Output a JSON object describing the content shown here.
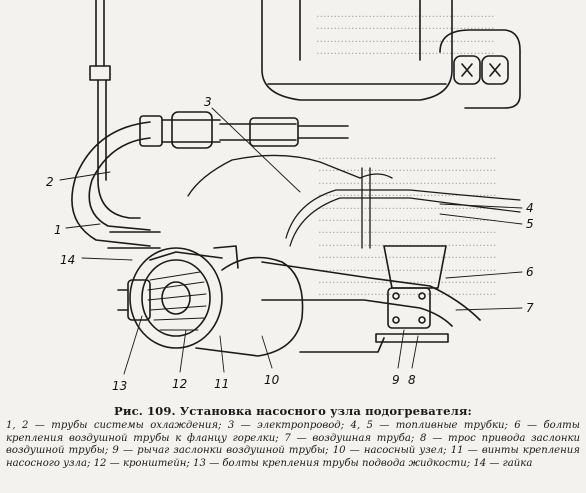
{
  "figure": {
    "callouts": [
      "1",
      "2",
      "3",
      "4",
      "5",
      "6",
      "7",
      "8",
      "9",
      "10",
      "11",
      "12",
      "13",
      "14"
    ]
  },
  "caption": {
    "title": "Рис. 109. Установка насосного узла подогревателя:",
    "legend": [
      "1, 2 — трубы системы охлаждения;",
      "3 — электропровод;",
      "4, 5 — топливные трубки;",
      "6 — болты крепления воздушной трубы к фланцу горелки;",
      "7 — воздушная труба;",
      "8 — трос привода заслонки воздушной трубы;",
      "9 — рычаг заслонки воздушной трубы;",
      "10 — насосный узел;",
      "11 — винты крепления насосного узла;",
      "12 — кронштейн;",
      "13 — болты крепления трубы подвода жидкости;",
      "14 — гайка"
    ]
  },
  "colors": {
    "ink": "#1a1a1a",
    "paper": "#f4f2ee"
  }
}
